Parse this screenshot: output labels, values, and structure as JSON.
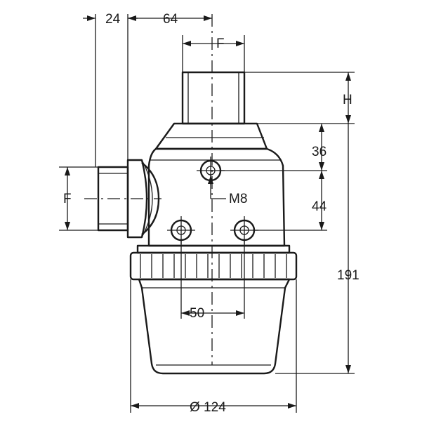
{
  "dimensions": {
    "offset_width": "24",
    "half_width": "64",
    "top_port_thread": "F",
    "side_port_thread": "F",
    "top_port_height": "H",
    "upper_bolt_spacing": "36",
    "lower_bolt_spacing": "44",
    "bolt_thread": "M8",
    "bolt_center_distance": "50",
    "total_height": "191",
    "body_diameter": "Ø 124"
  }
}
